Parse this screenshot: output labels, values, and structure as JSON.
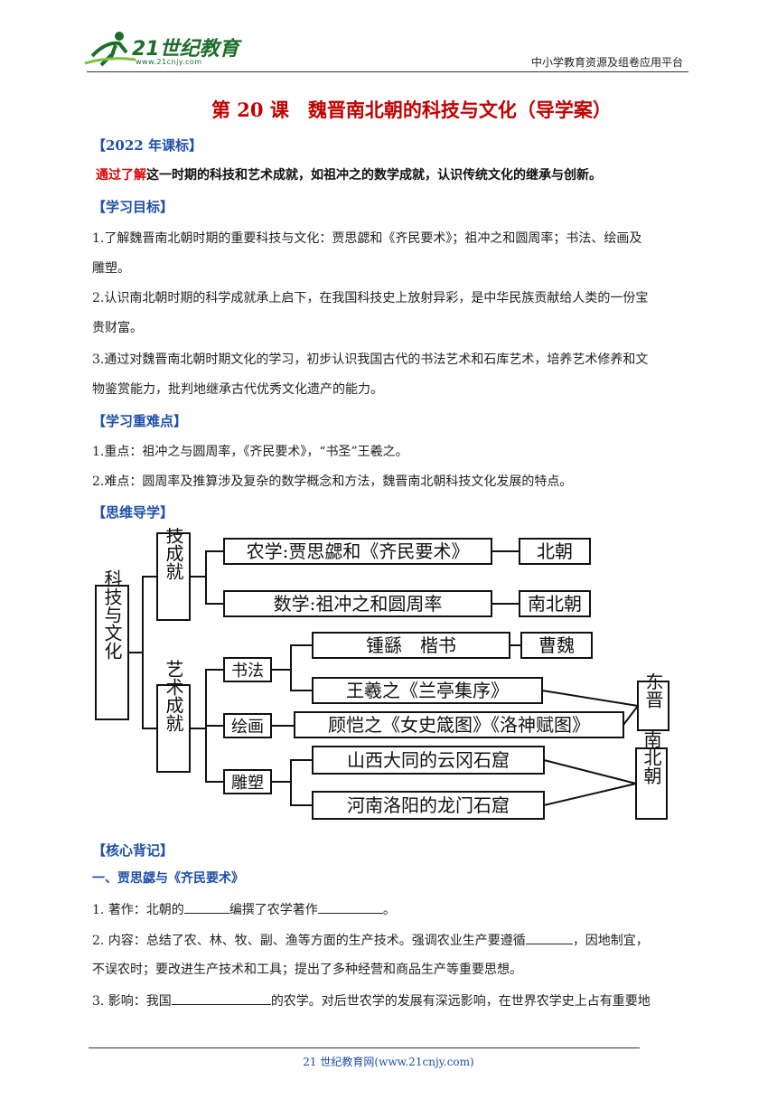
{
  "header": {
    "logo_text": "21世纪教育",
    "logo_url": "www.21cnjy.com",
    "platform": "中小学教育资源及组卷应用平台"
  },
  "title": "第 20 课　魏晋南北朝的科技与文化（导学案）",
  "standard": {
    "heading": "【2022 年课标】",
    "lead": "通过了解",
    "text": "这一时期的科技和艺术成就，如祖冲之的数学成就，认识传统文化的继承与创新。"
  },
  "objectives": {
    "heading": "【学习目标】",
    "lines": [
      "1.了解魏晋南北朝时期的重要科技与文化：贾思勰和《齐民要术》；祖冲之和圆周率；书法、绘画及",
      "雕塑。",
      "2.认识南北朝时期的科学成就承上启下，在我国科技史上放射异彩，是中华民族贡献给人类的一份宝",
      "贵财富。",
      "3.通过对魏晋南北朝时期文化的学习，初步认识我国古代的书法艺术和石库艺术，培养艺术修养和文",
      "物鉴赏能力，批判地继承古代优秀文化遗产的能力。"
    ]
  },
  "key_points": {
    "heading": "【学习重难点】",
    "lines": [
      "1.重点：祖冲之与圆周率，《齐民要术》，“书圣”王羲之。",
      "2.难点：圆周率及推算涉及复杂的数学概念和方法，魏晋南北朝科技文化发展的特点。"
    ]
  },
  "mindmap": {
    "heading": "【思维导学】",
    "root": "科技与文化",
    "tech": "科技成就",
    "art": "艺术成就",
    "agri": "农学:贾思勰和《齐民要术》",
    "agri_era": "北朝",
    "math": "数学:祖冲之和圆周率",
    "math_era": "南北朝",
    "shufa": "书法",
    "huihua": "绘画",
    "diaosu": "雕塑",
    "zhongyao": "锺繇　楷书",
    "caowei": "曹魏",
    "wangxizhi": "王羲之《兰亭集序》",
    "gukaizhi": "顾恺之《女史箴图》《洛神赋图》",
    "dongjin": "东晋",
    "yungang": "山西大同的云冈石窟",
    "longmen": "河南洛阳的龙门石窟",
    "nanbeichao": "南北朝"
  },
  "memory": {
    "heading": "【核心背记】",
    "sub1": "一、贾思勰与《齐民要术》",
    "l1a": "1. 著作：北朝的",
    "l1b": "编撰了农学著作",
    "l1c": "。",
    "l2a": "2. 内容：总结了农、林、牧、副、渔等方面的生产技术。强调农业生产要遵循",
    "l2b": "，因地制宜，",
    "l2c": "不误农时；要改进生产技术和工具；提出了多种经营和商品生产等重要思想。",
    "l3a": "3. 影响：我国",
    "l3b": "的农学。对后世农学的发展有深远影响，在世界农学史上占有重要地"
  },
  "footer": "21 世纪教育网(www.21cnjy.com)"
}
